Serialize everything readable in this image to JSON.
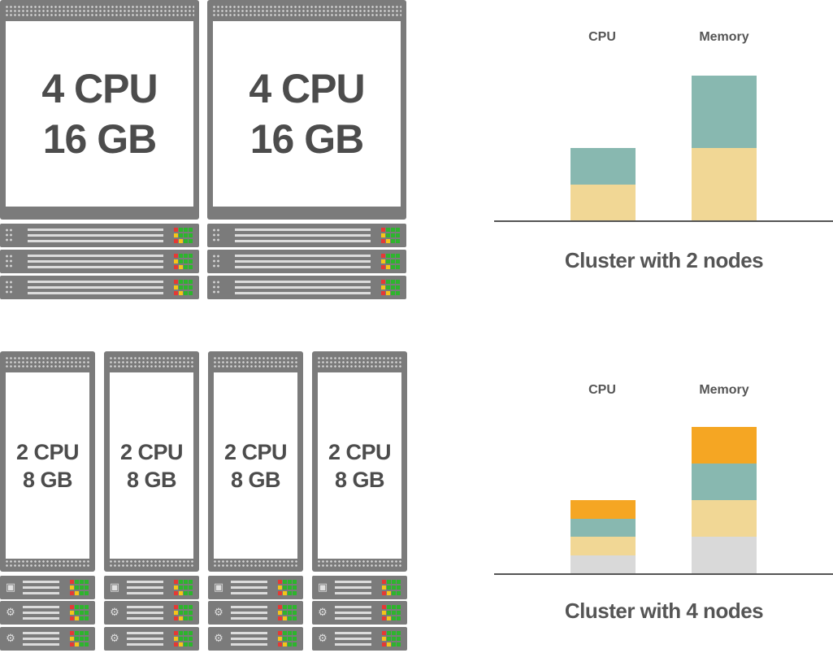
{
  "colors": {
    "frame": "#7b7b7b",
    "screen": "#ffffff",
    "text": "#4c4c4c",
    "seg_gray": "#d9d9d9",
    "seg_tan": "#f1d795",
    "seg_teal": "#88b8b0",
    "seg_orange": "#f5a623",
    "led_red": "#e53935",
    "led_yellow": "#f5c518",
    "led_green": "#2db52d"
  },
  "top": {
    "cluster_title": "Cluster with 2 nodes",
    "node_icon": "none",
    "nodes": [
      {
        "line1": "4 CPU",
        "line2": "16 GB"
      },
      {
        "line1": "4 CPU",
        "line2": "16 GB"
      }
    ]
  },
  "bottom": {
    "cluster_title": "Cluster with 4 nodes",
    "node_icon": "container-icon",
    "nodes": [
      {
        "line1": "2 CPU",
        "line2": "8 GB"
      },
      {
        "line1": "2 CPU",
        "line2": "8 GB"
      },
      {
        "line1": "2 CPU",
        "line2": "8 GB"
      },
      {
        "line1": "2 CPU",
        "line2": "8 GB"
      }
    ]
  },
  "chart_data": [
    {
      "type": "bar",
      "stacked": true,
      "title": "Cluster with 2 nodes",
      "categories": [
        "CPU",
        "Memory"
      ],
      "series": [
        {
          "color": "#f1d795",
          "values": [
            1,
            2
          ]
        },
        {
          "color": "#88b8b0",
          "values": [
            1,
            2
          ]
        }
      ]
    },
    {
      "type": "bar",
      "stacked": true,
      "title": "Cluster with 4 nodes",
      "categories": [
        "CPU",
        "Memory"
      ],
      "series": [
        {
          "color": "#d9d9d9",
          "values": [
            1,
            2
          ]
        },
        {
          "color": "#f1d795",
          "values": [
            1,
            2
          ]
        },
        {
          "color": "#88b8b0",
          "values": [
            1,
            2
          ]
        },
        {
          "color": "#f5a623",
          "values": [
            1,
            2
          ]
        }
      ]
    }
  ]
}
